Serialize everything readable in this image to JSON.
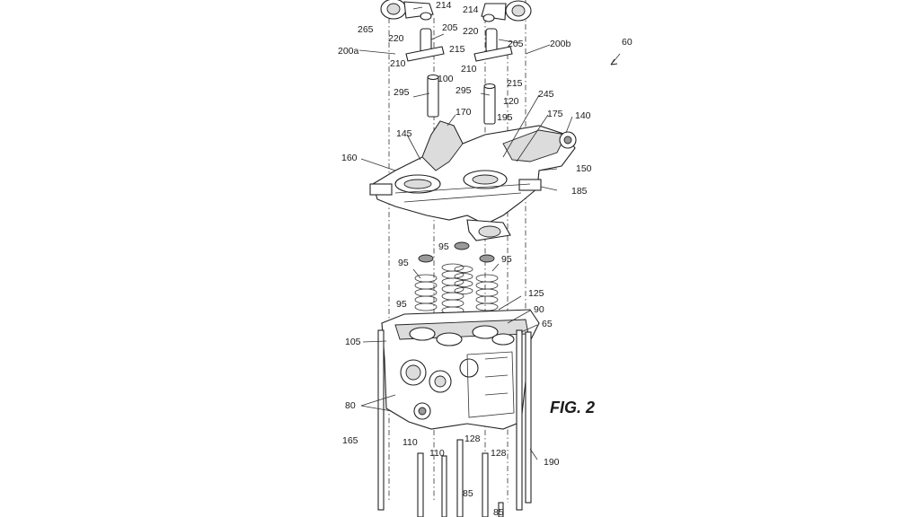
{
  "figure": {
    "caption": "FIG. 2",
    "labels": [
      "60",
      "265",
      "214",
      "214",
      "205",
      "205",
      "220",
      "220",
      "215",
      "215",
      "200a",
      "200b",
      "210",
      "210",
      "100",
      "120",
      "295",
      "295",
      "245",
      "170",
      "175",
      "140",
      "195",
      "145",
      "160",
      "150",
      "185",
      "95",
      "95",
      "95",
      "95",
      "125",
      "90",
      "65",
      "105",
      "80",
      "165",
      "110",
      "128",
      "110",
      "128",
      "190",
      "85",
      "85"
    ]
  }
}
